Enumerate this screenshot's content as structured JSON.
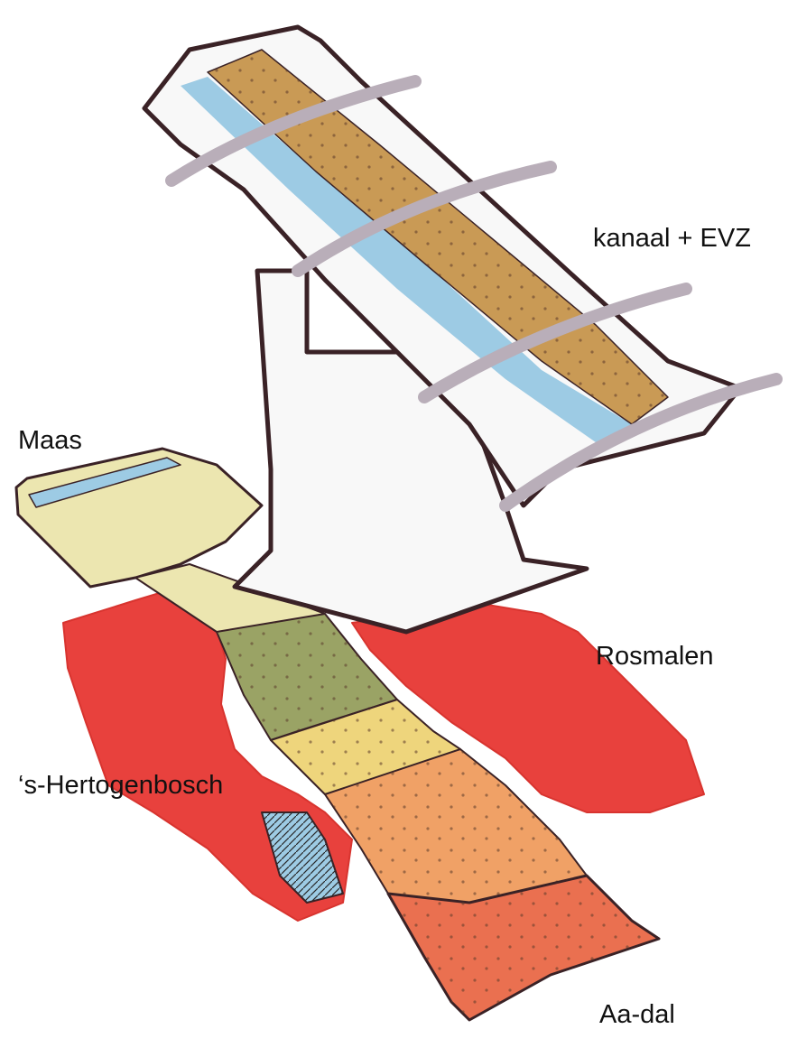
{
  "labels": {
    "canal": "kanaal + EVZ",
    "river": "Maas",
    "town_east": "Rosmalen",
    "city": "‘s-Hertogenbosch",
    "valley": "Aa-dal"
  },
  "colors": {
    "urban": "#e8413d",
    "urban_dark": "#d8342f",
    "canal_earth": "#c99a55",
    "canal_water": "#9dcbe4",
    "arrow_fill": "#f8f8f8",
    "outline": "#3a2226",
    "bridge": "#b9aeb9",
    "river_bank": "#ece6b0",
    "green_zone": "#9aa365",
    "yellow_zone": "#eed57c",
    "orange_zone": "#f0a166",
    "red_zone": "#ea7050"
  }
}
